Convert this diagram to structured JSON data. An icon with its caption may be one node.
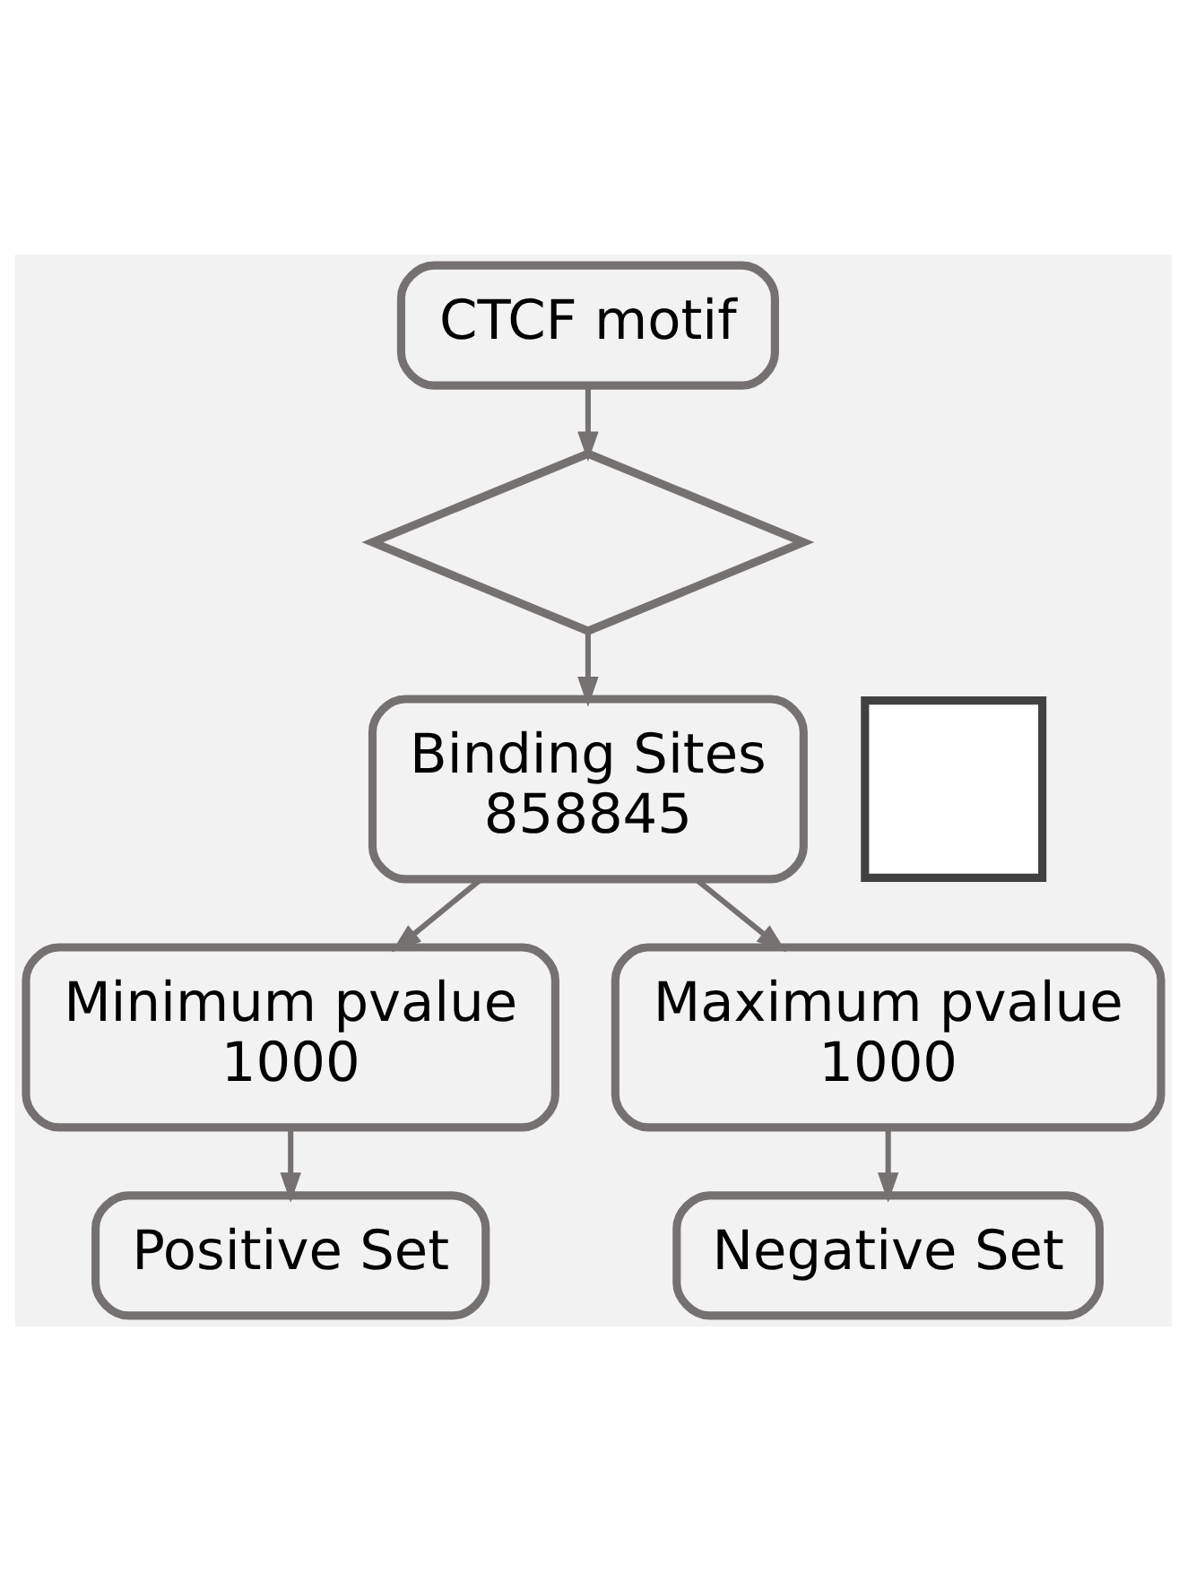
{
  "diagram": {
    "nodes": [
      {
        "text": [
          "CTCF motif"
        ]
      },
      {
        "text": [],
        "shape": "diamond"
      },
      {
        "text": [
          "Binding Sites 858845"
        ]
      },
      {
        "text": [],
        "shape": "box"
      },
      {
        "text": [
          "Minimum pvalue 1000"
        ]
      },
      {
        "text": [
          "Maximum pvalue 1000"
        ]
      },
      {
        "text": [
          "Positive Set"
        ]
      },
      {
        "text": [
          "Negative Set"
        ]
      }
    ],
    "edges": [
      {
        "from": 0,
        "to": 1,
        "arrow": "to"
      },
      {
        "from": 1,
        "to": 2,
        "arrow": "to"
      },
      {
        "from": 2,
        "to": 4,
        "arrow": "to"
      },
      {
        "from": 2,
        "to": 5,
        "arrow": "to"
      },
      {
        "from": 4,
        "to": 6,
        "arrow": "to"
      },
      {
        "from": 5,
        "to": 7,
        "arrow": "to"
      }
    ]
  }
}
